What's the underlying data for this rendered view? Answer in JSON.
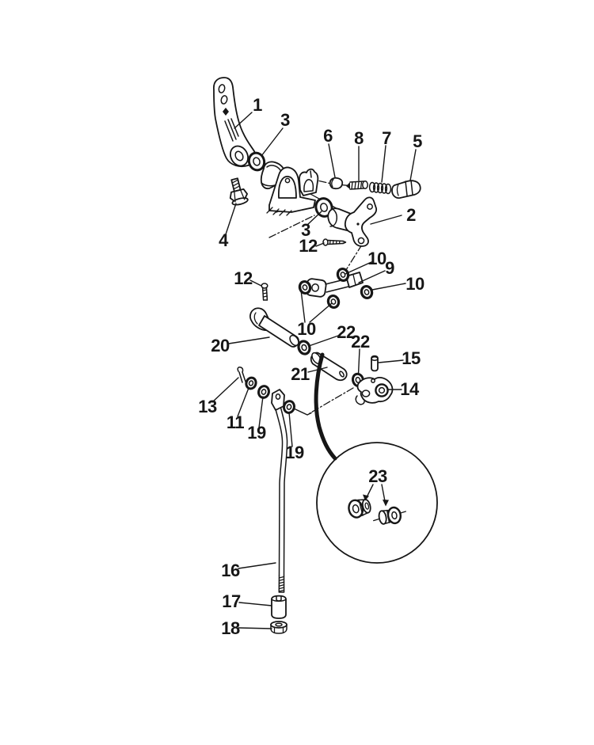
{
  "figure": {
    "kind": "exploded-parts-diagram",
    "colors": {
      "ink": "#161616",
      "background": "#ffffff"
    }
  },
  "callouts": [
    {
      "label": "1"
    },
    {
      "label": "3"
    },
    {
      "label": "4"
    },
    {
      "label": "6"
    },
    {
      "label": "8"
    },
    {
      "label": "7"
    },
    {
      "label": "5"
    },
    {
      "label": "3"
    },
    {
      "label": "2"
    },
    {
      "label": "12"
    },
    {
      "label": "10"
    },
    {
      "label": "9"
    },
    {
      "label": "10"
    },
    {
      "label": "12"
    },
    {
      "label": "10"
    },
    {
      "label": "20"
    },
    {
      "label": "22"
    },
    {
      "label": "21"
    },
    {
      "label": "22"
    },
    {
      "label": "15"
    },
    {
      "label": "14"
    },
    {
      "label": "13"
    },
    {
      "label": "11"
    },
    {
      "label": "19"
    },
    {
      "label": "19"
    },
    {
      "label": "23"
    },
    {
      "label": "16"
    },
    {
      "label": "17"
    },
    {
      "label": "18"
    }
  ]
}
